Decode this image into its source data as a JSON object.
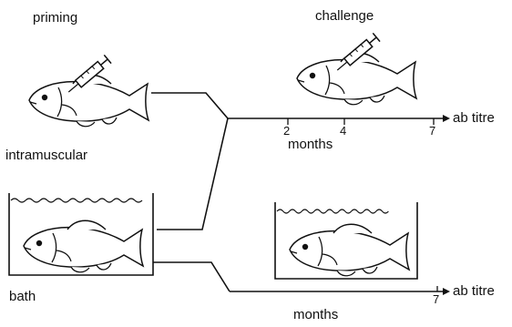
{
  "labels": {
    "priming": "priming",
    "challenge": "challenge",
    "intramuscular": "intramuscular",
    "bath": "bath"
  },
  "upper_axis": {
    "ticks": [
      "2",
      "4",
      "7"
    ],
    "unit": "months",
    "end_label": "ab titre"
  },
  "lower_axis": {
    "ticks": [
      "7"
    ],
    "unit": "months",
    "end_label": "ab titre"
  },
  "icons": {
    "fish": "fish-icon",
    "syringe": "syringe-icon",
    "tank": "water-tank-icon"
  }
}
